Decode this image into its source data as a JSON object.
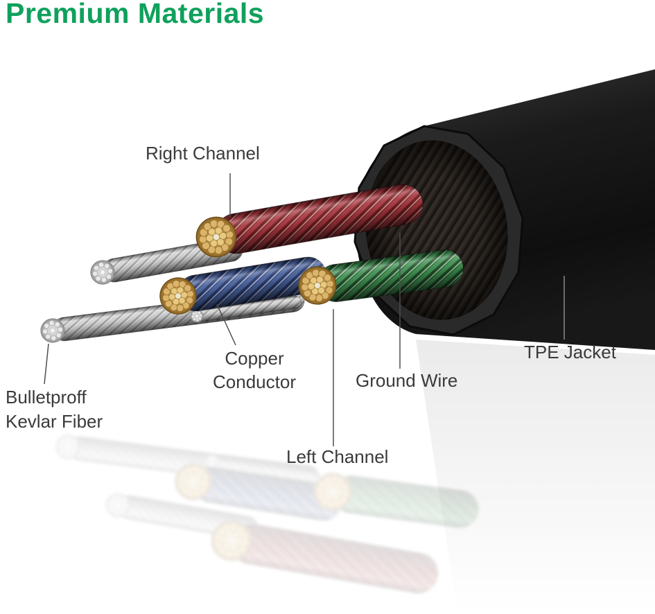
{
  "page": {
    "background_color": "#ffffff",
    "title": "Premium Materials",
    "title_color": "#0fa15c"
  },
  "diagram": {
    "type": "annotated-product-illustration",
    "subject": "audio cable internal construction cutaway with reflection",
    "callouts": [
      {
        "id": "right-channel",
        "label": "Right Channel",
        "target": "red braided wire"
      },
      {
        "id": "tpe-jacket",
        "label": "TPE Jacket",
        "target": "black outer jacket"
      },
      {
        "id": "copper-conductor",
        "label": "Copper Conductor",
        "target": "copper strand bundle"
      },
      {
        "id": "ground-wire",
        "label": "Ground Wire",
        "target": "dark braided shield inside jacket"
      },
      {
        "id": "bulletproof-kevlar-fiber",
        "label": "Bulletproff Kevlar Fiber",
        "target": "silver fiber strand"
      },
      {
        "id": "left-channel",
        "label": "Left Channel",
        "target": "green braided wire"
      }
    ],
    "colors": {
      "jacket_black": "#1a1a1a",
      "right_channel_red": "#a83740",
      "left_channel_green": "#3e8f50",
      "inner_conductor_blue": "#48619c",
      "copper": "#c9984d",
      "kevlar_silver": "#cfcfcf",
      "label_text": "#3a3a3a"
    }
  }
}
